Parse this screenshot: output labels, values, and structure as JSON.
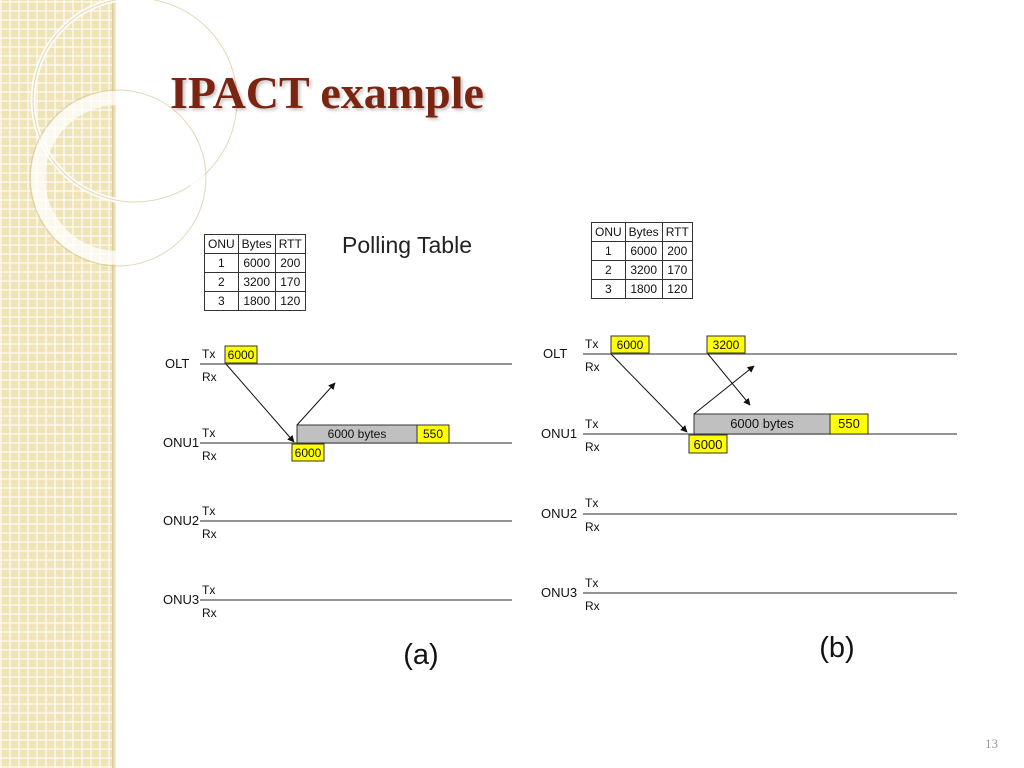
{
  "slide": {
    "title": "IPACT example",
    "page_number": "13"
  },
  "polling_title": "Polling Table",
  "table": {
    "headers": [
      "ONU",
      "Bytes",
      "RTT"
    ],
    "rows": [
      [
        "1",
        "6000",
        "200"
      ],
      [
        "2",
        "3200",
        "170"
      ],
      [
        "3",
        "1800",
        "120"
      ]
    ]
  },
  "labels": {
    "olt": "OLT",
    "onu1": "ONU1",
    "onu2": "ONU2",
    "onu3": "ONU3",
    "tx": "Tx",
    "rx": "Rx"
  },
  "diagram_a": {
    "caption": "(a)",
    "olt_grant": "6000",
    "onu1_received": "6000",
    "onu1_data": "6000 bytes",
    "onu1_report": "550"
  },
  "diagram_b": {
    "caption": "(b)",
    "olt_grant_1": "6000",
    "olt_grant_2": "3200",
    "onu1_received": "6000",
    "onu1_data": "6000 bytes",
    "onu1_report": "550"
  },
  "colors": {
    "title": "#7b2412",
    "highlight": "#ffff00",
    "data_block": "#c0c0c0",
    "sidebar": "#efe3b8"
  }
}
